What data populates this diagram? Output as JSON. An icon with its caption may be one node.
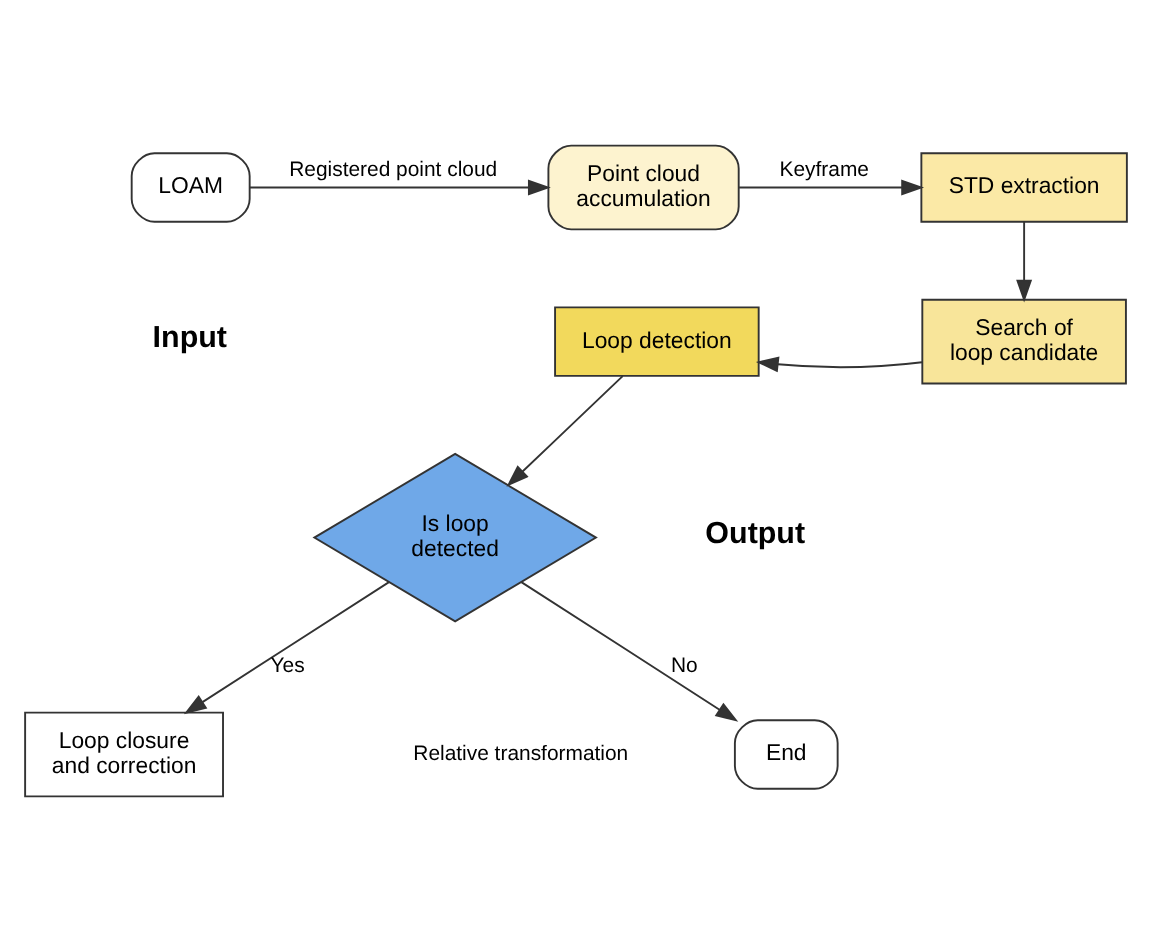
{
  "diagram": {
    "nodes": [
      {
        "text": [
          "LOAM"
        ]
      },
      {
        "text": [
          "Point cloud accumulation"
        ]
      },
      {
        "text": [
          "STD extraction"
        ]
      },
      {
        "text": [
          "Search of loop candidate"
        ]
      },
      {
        "text": [
          "Loop detection"
        ]
      },
      {
        "text": [
          "Is loop detected"
        ]
      },
      {
        "text": [
          "Loop closure and correction"
        ]
      },
      {
        "text": [
          "End"
        ]
      }
    ],
    "edges": [
      {
        "from": 0,
        "to": 1,
        "arrow": "to",
        "label": "Registered point cloud"
      },
      {
        "from": 1,
        "to": 2,
        "arrow": "to",
        "label": "Keyframe"
      },
      {
        "from": 2,
        "to": 3,
        "arrow": "to"
      },
      {
        "from": 3,
        "to": 4,
        "arrow": "to"
      },
      {
        "from": 4,
        "to": 5,
        "arrow": "to"
      },
      {
        "from": 5,
        "to": 6,
        "arrow": "to",
        "label": "Yes"
      },
      {
        "from": 5,
        "to": 7,
        "arrow": "to",
        "label": "No"
      }
    ],
    "labels": [
      "Input",
      "Output",
      "Relative transformation"
    ]
  }
}
